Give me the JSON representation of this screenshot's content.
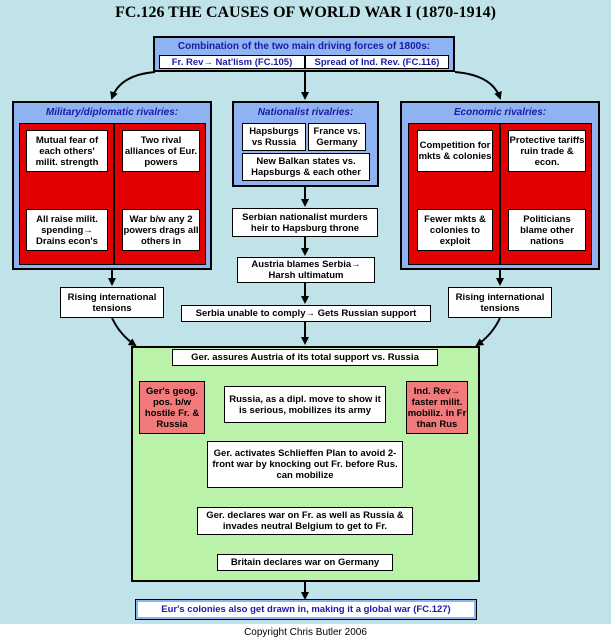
{
  "title": "FC.126 THE CAUSES OF WORLD WAR I (1870-1914)",
  "top": {
    "heading": "Combination of the two main driving forces of 1800s:",
    "left": "Fr. Rev→ Nat'lism (FC.105)",
    "right": "Spread of Ind. Rev. (FC.116)"
  },
  "military": {
    "heading": "Military/diplomatic rivalries:",
    "a": "Mutual fear of each others' milit. strength",
    "b": "All raise milit. spending→ Drains econ's",
    "c": "Two rival alliances of Eur. powers",
    "d": "War b/w any 2 powers drags all others in"
  },
  "nationalist": {
    "heading": "Nationalist rivalries:",
    "a": "Hapsburgs vs Russia",
    "b": "France vs. Germany",
    "c": "New Balkan states vs. Hapsburgs & each other"
  },
  "economic": {
    "heading": "Economic rivalries:",
    "a": "Competition for mkts & colonies",
    "b": "Fewer mkts & colonies to exploit",
    "c": "Protective tariffs ruin trade & econ.",
    "d": "Politicians blame other nations"
  },
  "chain": {
    "serbian": "Serbian nationalist murders heir to Hapsburg throne",
    "austria": "Austria blames Serbia→ Harsh ultimatum",
    "unable": "Serbia unable to comply→ Gets Russian support"
  },
  "tensions_left": "Rising international tensions",
  "tensions_right": "Rising international tensions",
  "green": {
    "assures": "Ger. assures Austria of its total support vs. Russia",
    "geog": "Ger's geog. pos. b/w hostile Fr. & Russia",
    "russia": "Russia, as a dipl. move to show it is serious, mobilizes its army",
    "indrev": "Ind. Rev→ faster milit. mobiliz. in Fr than Rus",
    "schlieffen": "Ger. activates Schlieffen Plan to avoid 2-front war by knocking out Fr. before Rus. can mobilize",
    "declares": "Ger. declares war on Fr. as well as Russia & invades neutral Belgium to get to Fr.",
    "britain": "Britain declares war on Germany"
  },
  "bottom": "Eur's colonies also get drawn in, making it a global war (FC.127)",
  "copyright": "Copyright Chris Butler 2006"
}
